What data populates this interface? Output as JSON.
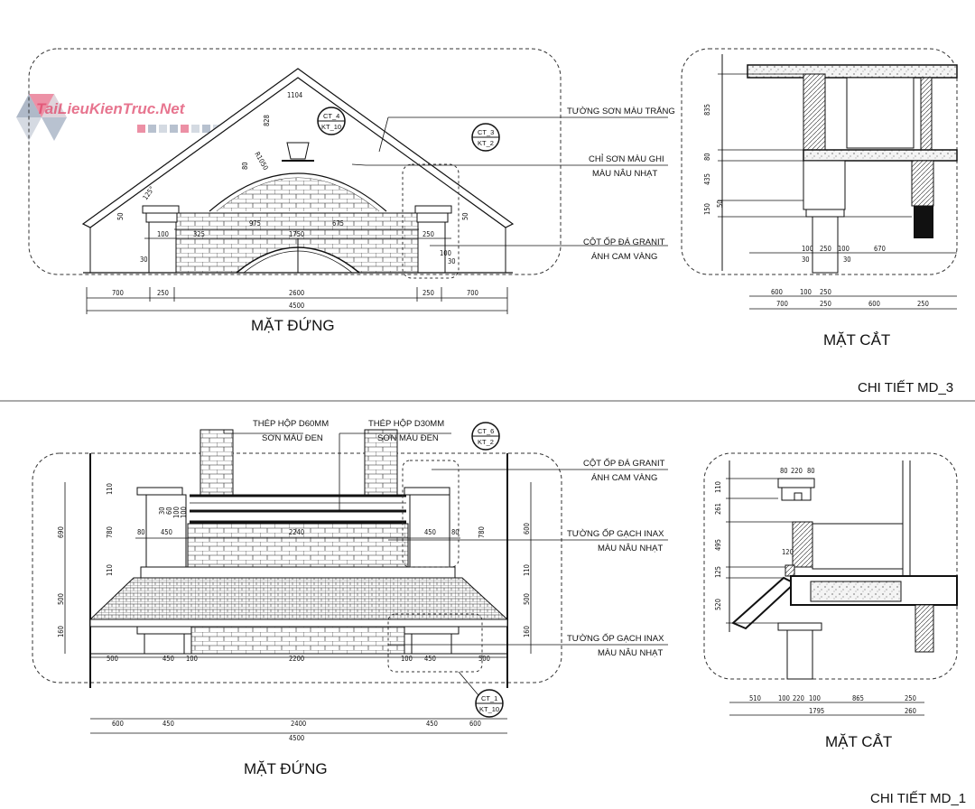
{
  "watermark": {
    "text": "TaiLieuKienTruc.Net"
  },
  "detail_md3": {
    "sheet_label": "CHI TIẾT MD_3",
    "elevation": {
      "title": "MẶT ĐỨNG",
      "notes": [
        {
          "text": "TƯỜNG SƠN MÀU TRẮNG"
        },
        {
          "text": "CHỈ SƠN MÀU GHI"
        },
        {
          "text": "MÀU NÂU NHẠT"
        },
        {
          "text": "CỘT ỐP ĐÁ GRANIT"
        },
        {
          "text": "ÁNH CAM VÀNG"
        }
      ],
      "bubbles": [
        {
          "top": "CT_4",
          "bottom": "KT_10"
        },
        {
          "top": "CT_3",
          "bottom": "KT_2"
        }
      ],
      "dims_bottom": [
        "700",
        "250",
        "2600",
        "250",
        "700"
      ],
      "dims_total": "4500",
      "dims_inner": [
        "975",
        "675",
        "1750"
      ],
      "dims_misc": [
        "1104",
        "828",
        "R1050",
        "100",
        "50",
        "125°",
        "325",
        "250",
        "100",
        "30",
        "80",
        "50",
        "30"
      ]
    },
    "section": {
      "title": "MẶT CẮT",
      "dims_left": [
        "835",
        "80",
        "435",
        "150",
        "50"
      ],
      "dims_row1": [
        "100",
        "250",
        "100",
        "670"
      ],
      "dims_row1b": [
        "30",
        "30"
      ],
      "dims_row2": [
        "600",
        "100",
        "250"
      ],
      "dims_row3": [
        "700",
        "250",
        "600",
        "250"
      ]
    }
  },
  "detail_md1": {
    "sheet_label": "CHI TIẾT MD_1",
    "elevation": {
      "title": "MẶT ĐỨNG",
      "notes": [
        {
          "text": "THÉP HỘP D60MM"
        },
        {
          "text": "SƠN MÀU ĐEN"
        },
        {
          "text": "THÉP HỘP D30MM"
        },
        {
          "text": "SƠN MÀU ĐEN"
        },
        {
          "text": "CỘT ỐP ĐÁ GRANIT"
        },
        {
          "text": "ÁNH CAM VÀNG"
        },
        {
          "text": "TƯỜNG ỐP GẠCH INAX"
        },
        {
          "text": "MÀU NÂU NHẠT"
        },
        {
          "text": "TƯỜNG ỐP GẠCH INAX"
        },
        {
          "text": "MÀU NÂU NHẠT"
        }
      ],
      "bubbles": [
        {
          "top": "CT_6",
          "bottom": "KT_2"
        },
        {
          "top": "CT_1",
          "bottom": "KT_10"
        }
      ],
      "dims_row_a": [
        "500",
        "450",
        "100",
        "2200",
        "100",
        "450",
        "500"
      ],
      "dims_row_b": [
        "600",
        "450",
        "2400",
        "450",
        "600"
      ],
      "dims_total": "4500",
      "dims_mid": [
        "80",
        "450",
        "2240",
        "450",
        "80"
      ],
      "dims_left": [
        "690",
        "110",
        "780",
        "110",
        "500",
        "160"
      ],
      "dims_right": [
        "600",
        "780",
        "110",
        "500",
        "160"
      ],
      "dims_misc": [
        "30",
        "60",
        "100",
        "100"
      ]
    },
    "section": {
      "title": "MẶT CẮT",
      "dims_left": [
        "110",
        "261",
        "495",
        "120",
        "125",
        "520"
      ],
      "dims_top": [
        "80",
        "220",
        "80"
      ],
      "dims_row1": [
        "510",
        "100",
        "220",
        "100",
        "865",
        "250"
      ],
      "dims_row2": [
        "1795",
        "260"
      ]
    }
  }
}
